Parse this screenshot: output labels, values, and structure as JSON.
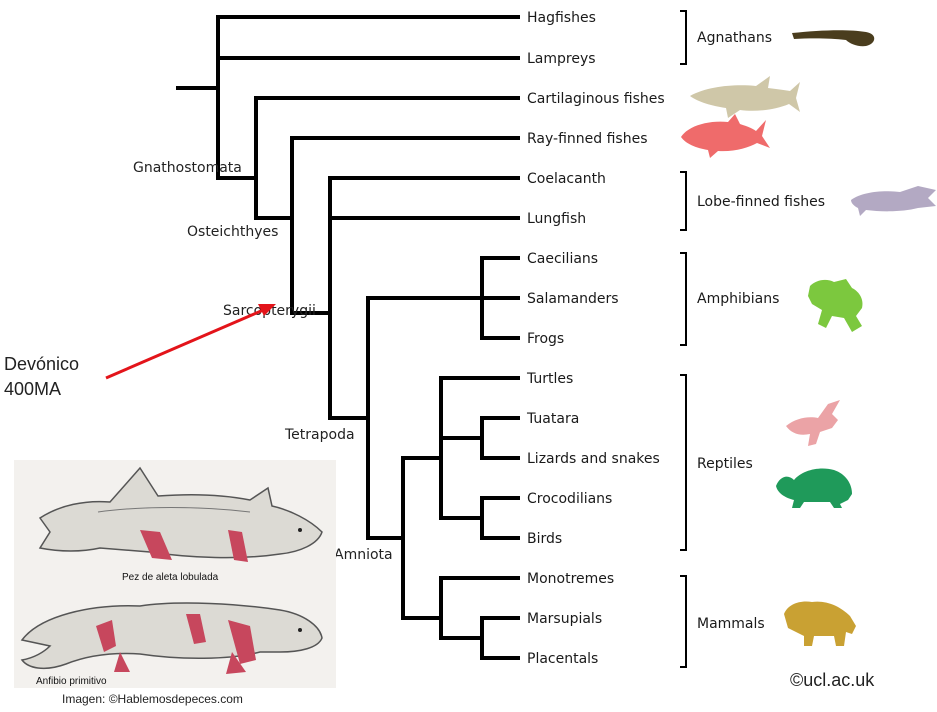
{
  "taxa": [
    "Hagfishes",
    "Lampreys",
    "Cartilaginous fishes",
    "Ray-finned fishes",
    "Coelacanth",
    "Lungfish",
    "Caecilians",
    "Salamanders",
    "Frogs",
    "Turtles",
    "Tuatara",
    "Lizards and snakes",
    "Crocodilians",
    "Birds",
    "Monotremes",
    "Marsupials",
    "Placentals"
  ],
  "nodes": [
    "Gnathostomata",
    "Osteichthyes",
    "Sarcopterygii",
    "Tetrapoda",
    "Amniota"
  ],
  "groups": [
    "Agnathans",
    "Lobe-finned fishes",
    "Amphibians",
    "Reptiles",
    "Mammals"
  ],
  "annotation": {
    "line1": "Devónico",
    "line2": "400MA",
    "arrow_color": "#e3141a"
  },
  "credit": "©ucl.ac.uk",
  "image_credit": "Imagen: ©Hablemosdepeces.com",
  "illustration_captions": [
    "Pez de aleta lobulada",
    "Anfibio primitivo"
  ],
  "silhouette_colors": {
    "agnathans": "#4a3d1e",
    "shark": "#cfc7a8",
    "ray_finned": "#ef6b6b",
    "lobe_finned": "#b3a9c3",
    "amphibian": "#7cc83e",
    "bird": "#eba3a6",
    "turtle": "#1f9a5a",
    "mammal": "#c9a133"
  },
  "icons": [
    "eel-silhouette-icon",
    "shark-silhouette-icon",
    "fish-silhouette-icon",
    "coelacanth-silhouette-icon",
    "frog-silhouette-icon",
    "bird-silhouette-icon",
    "turtle-silhouette-icon",
    "bear-silhouette-icon"
  ]
}
